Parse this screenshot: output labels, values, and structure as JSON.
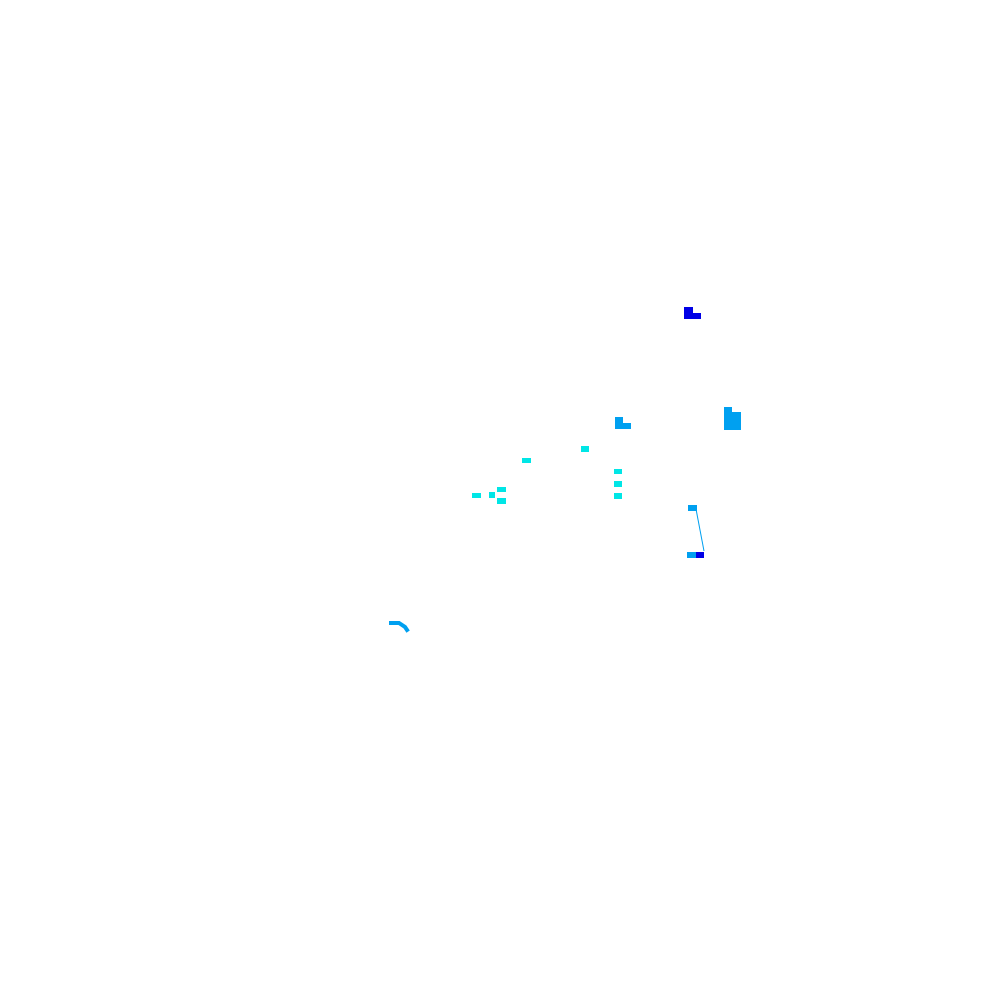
{
  "map": {
    "background_color": "#ffffff",
    "palette": {
      "dark_blue": "#0000e6",
      "medium_blue": "#00a0f0",
      "cyan": "#00e6e6"
    },
    "features": [
      {
        "name": "dark-blue-block-north",
        "category": "dark_blue",
        "kind": "pixel-cluster"
      },
      {
        "name": "medium-blue-block-east",
        "category": "medium_blue",
        "kind": "pixel-cluster"
      },
      {
        "name": "medium-blue-block-center",
        "category": "medium_blue",
        "kind": "pixel-cluster"
      },
      {
        "name": "cyan-dot-group",
        "category": "cyan",
        "kind": "pixel-cluster"
      },
      {
        "name": "medium-blue-line-segment",
        "category": "medium_blue",
        "kind": "line"
      },
      {
        "name": "dark-blue-block-south",
        "category": "dark_blue",
        "kind": "pixel-cluster"
      },
      {
        "name": "medium-blue-arc-southwest",
        "category": "medium_blue",
        "kind": "stroke"
      }
    ]
  }
}
